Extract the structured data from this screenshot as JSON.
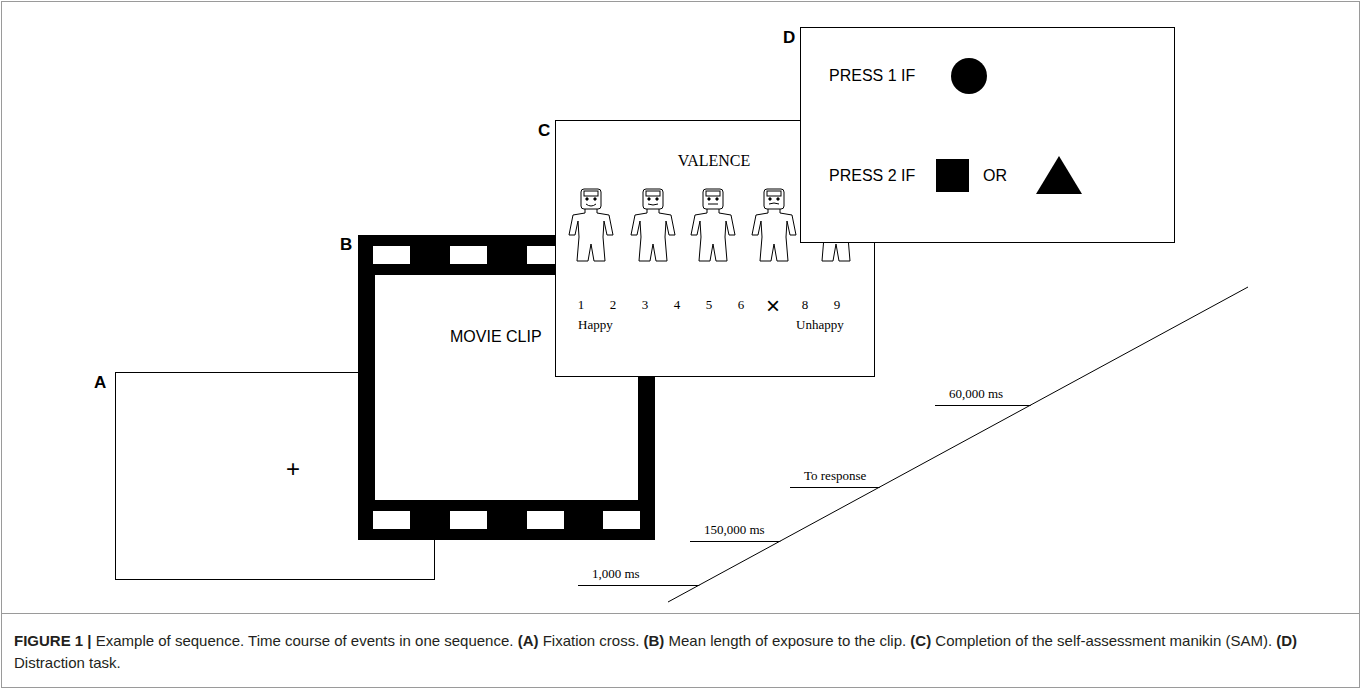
{
  "diagram": {
    "caption": "FIGURE 1 | Example of sequence. Time course of events in one sequence. (A) Fixation cross. (B) Mean length of exposure to the clip. (C) Completion of the self-assessment manikin (SAM). (D) Distraction task.",
    "nodes": [
      {
        "text": [
          "A",
          "+"
        ]
      },
      {
        "text": [
          "B",
          "MOVIE CLIP"
        ]
      },
      {
        "text": [
          "C",
          "VALENCE",
          "1",
          "2",
          "3",
          "4",
          "5",
          "6",
          "×",
          "8",
          "9",
          "Happy",
          "Unhappy"
        ]
      },
      {
        "text": [
          "D",
          "PRESS 1 IF",
          "PRESS 2 IF",
          "OR"
        ]
      }
    ],
    "labels": [
      "1,000 ms",
      "150,000 ms",
      "To response",
      "60,000 ms"
    ]
  }
}
